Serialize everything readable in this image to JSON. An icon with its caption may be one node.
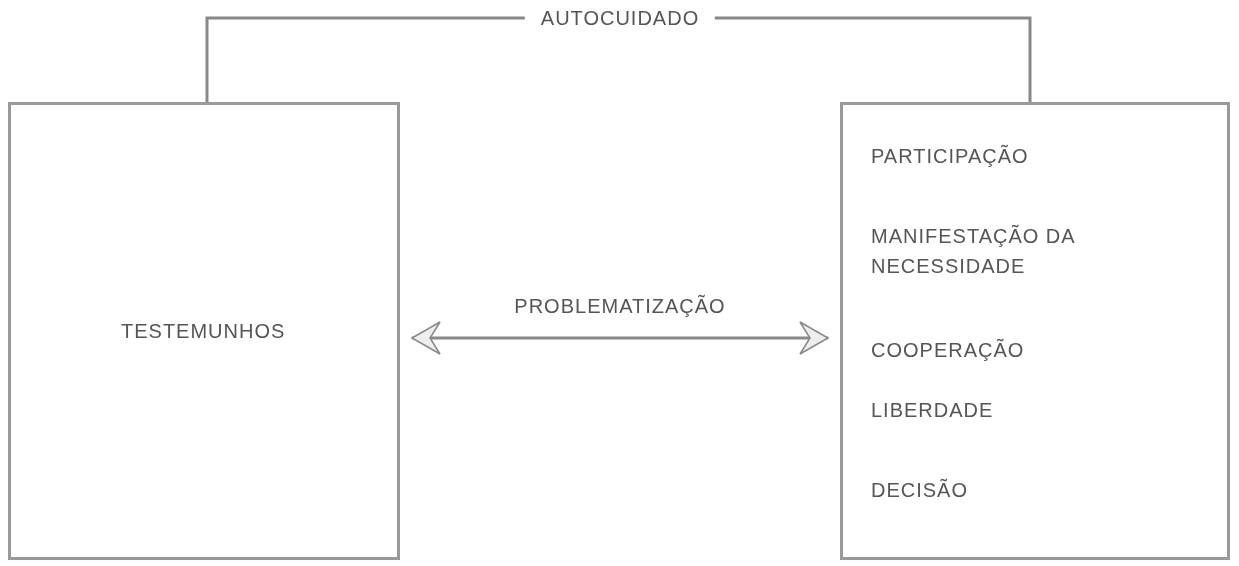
{
  "diagram": {
    "nodes": [
      {
        "text": [
          "TESTEMUNHOS"
        ]
      },
      {
        "text": [
          "PARTICIPAÇÃO",
          "MANIFESTAÇÃO DA NECESSIDADE",
          "COOPERAÇÃO",
          "LIBERDADE",
          "DECISÃO"
        ]
      }
    ],
    "edges": [
      {
        "from": 0,
        "to": 1,
        "arrow": "none",
        "label": "AUTOCUIDADO"
      },
      {
        "from": 0,
        "to": 1,
        "arrow": "both",
        "label": "PROBLEMATIZAÇÃO"
      }
    ]
  }
}
